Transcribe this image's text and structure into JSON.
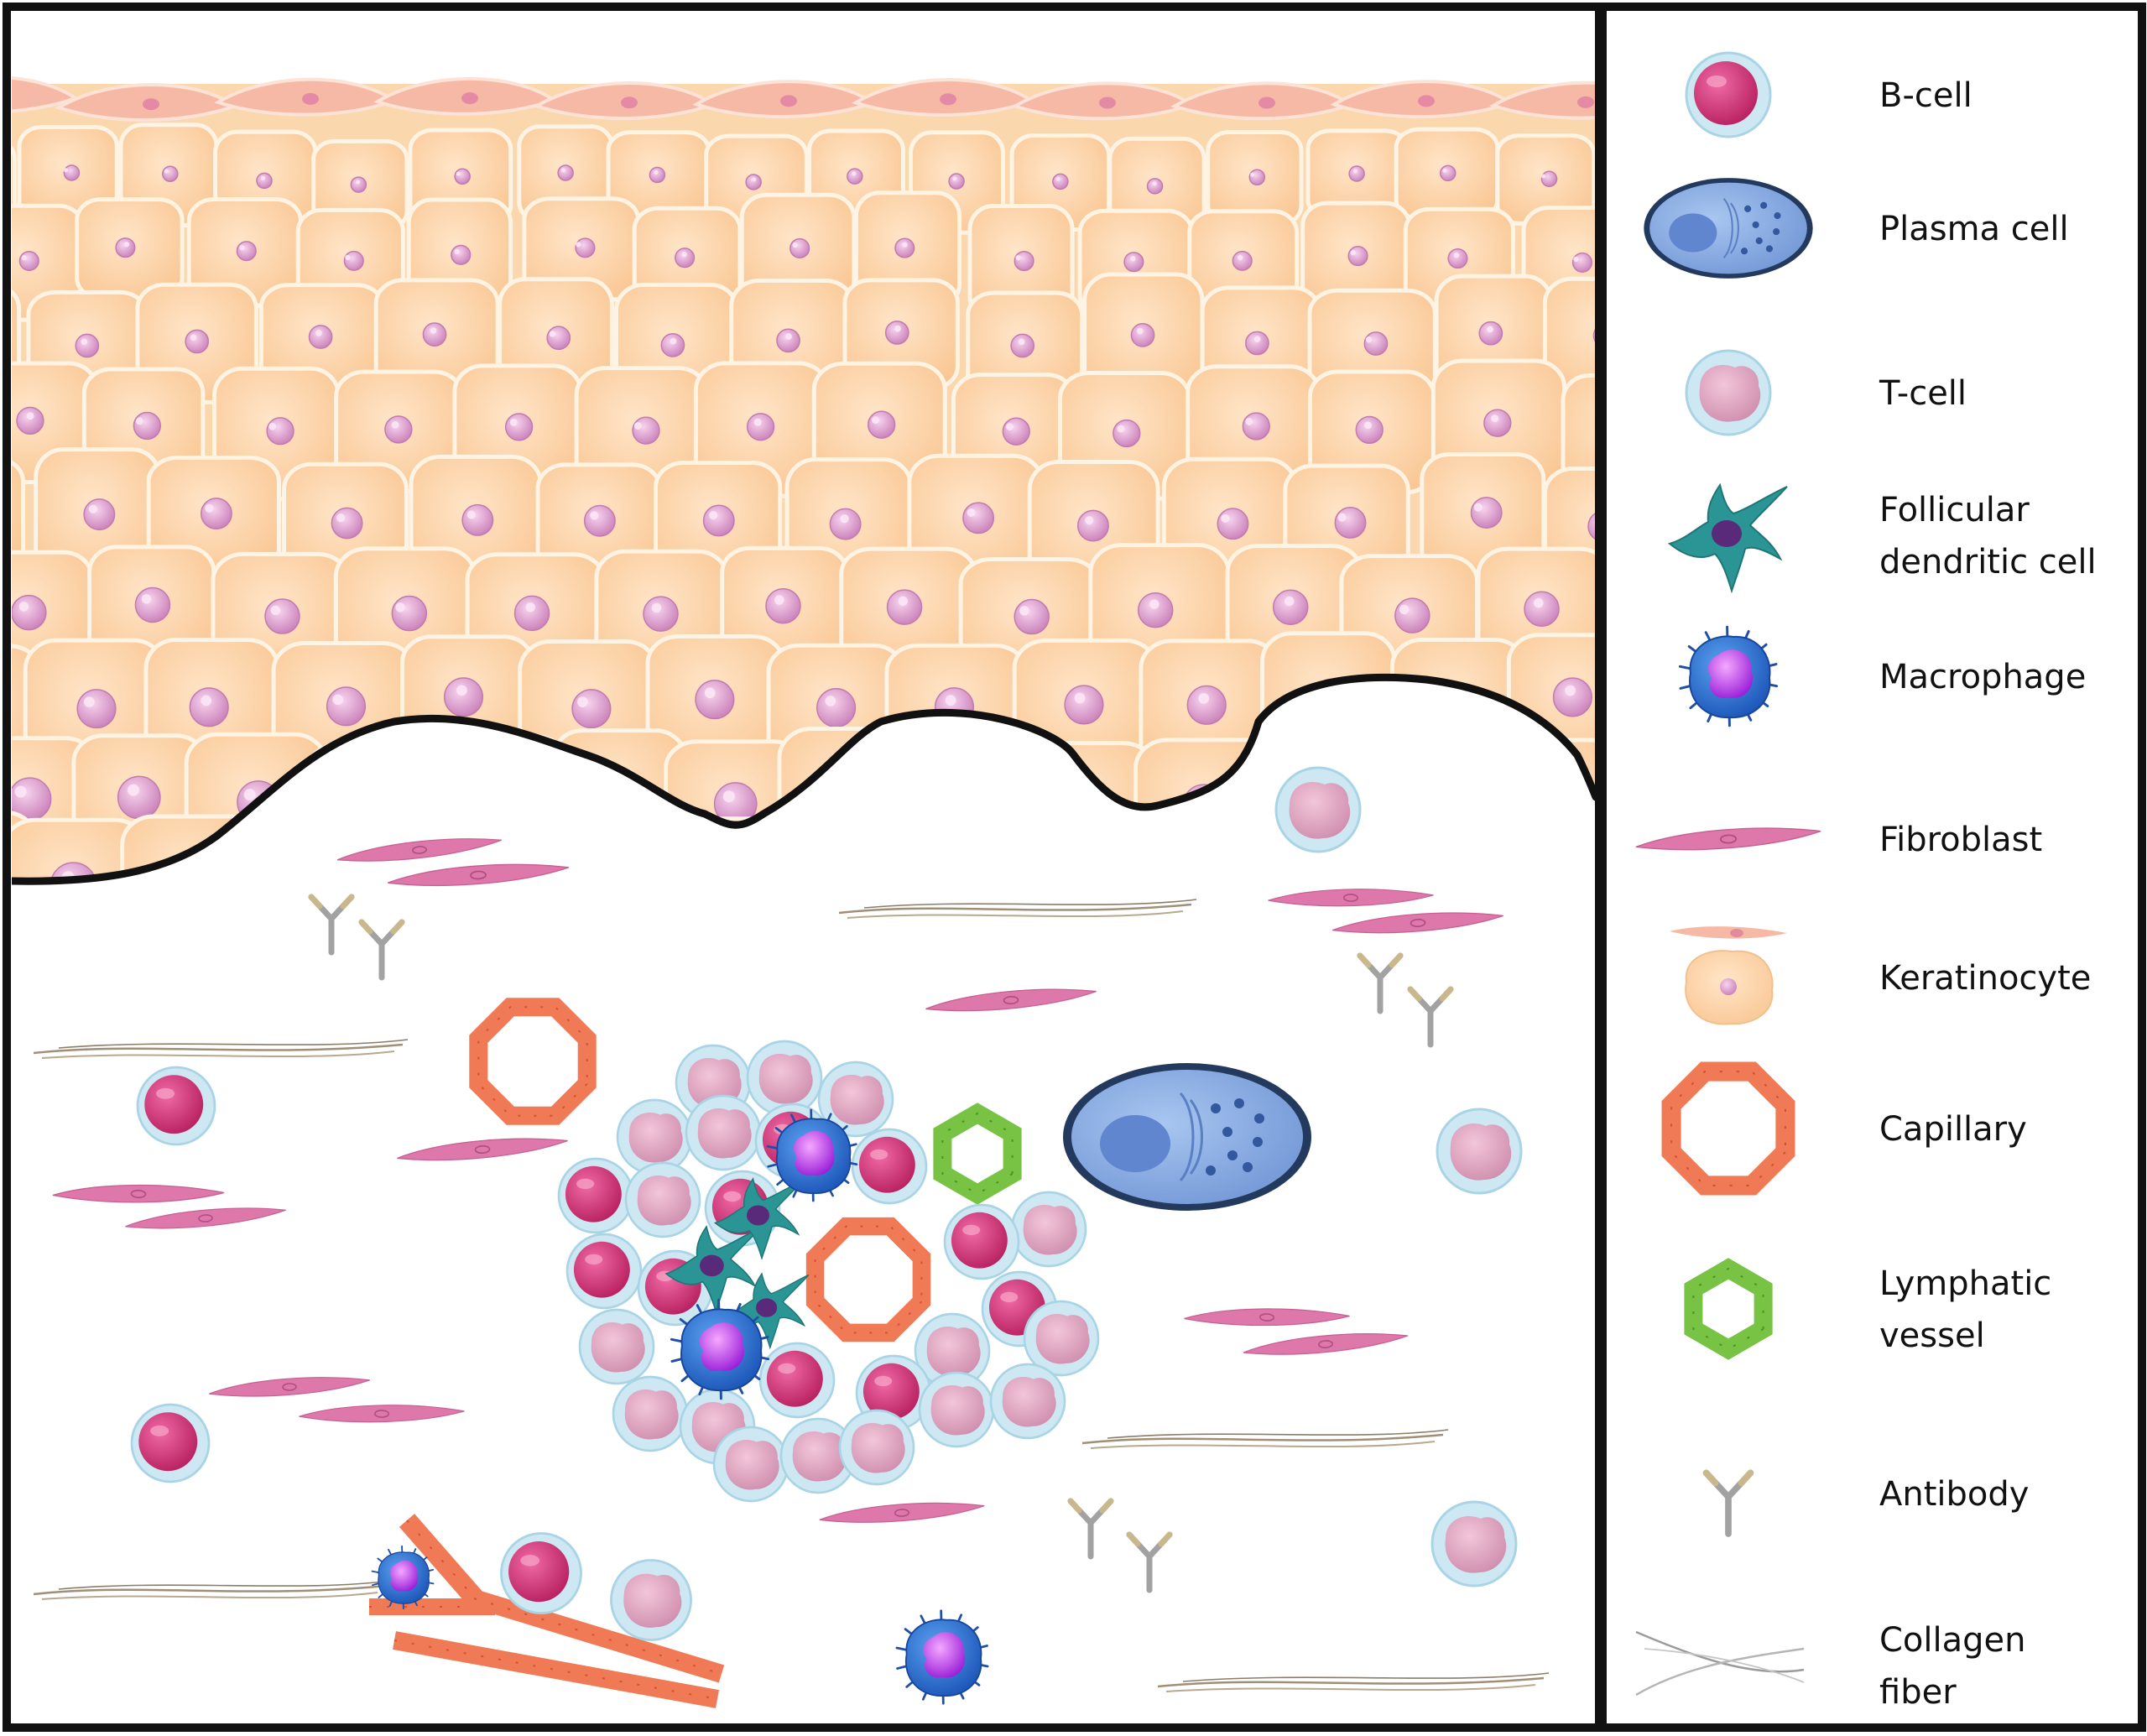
{
  "legend": {
    "items": [
      {
        "id": "b-cell",
        "lines": [
          "B-cell"
        ]
      },
      {
        "id": "plasma-cell",
        "lines": [
          "Plasma cell"
        ]
      },
      {
        "id": "t-cell",
        "lines": [
          "T-cell"
        ]
      },
      {
        "id": "follicular-dendritic-cell",
        "lines": [
          "Follicular",
          "dendritic cell"
        ]
      },
      {
        "id": "macrophage",
        "lines": [
          "Macrophage"
        ]
      },
      {
        "id": "fibroblast",
        "lines": [
          "Fibroblast"
        ]
      },
      {
        "id": "keratinocyte",
        "lines": [
          "Keratinocyte"
        ]
      },
      {
        "id": "capillary",
        "lines": [
          "Capillary"
        ]
      },
      {
        "id": "lymphatic-vessel",
        "lines": [
          "Lymphatic",
          "vessel"
        ]
      },
      {
        "id": "antibody",
        "lines": [
          "Antibody"
        ]
      },
      {
        "id": "collagen-fiber",
        "lines": [
          "Collagen",
          "fiber"
        ]
      }
    ]
  },
  "colors": {
    "frame": "#111111",
    "keratinocyte_fill": "#fbd7ad",
    "keratinocyte_edge": "#fff3e4",
    "keratinocyte_top": "#f6b9a6",
    "nucleus": "#d98ec4",
    "b_cell_nucleus": "#d6397a",
    "t_cell_nucleus": "#dfa4bf",
    "cell_halo": "#cde8f2",
    "plasma_fill": "#8ab0e4",
    "plasma_nucleus": "#5f86cf",
    "macrophage_fill": "#2f78d8",
    "macrophage_nucleus": "#b43ee8",
    "dendritic_fill": "#2b9595",
    "fibroblast": "#de78aa",
    "capillary": "#f07a55",
    "lymphatic": "#78c244",
    "antibody": "#a2a2a2",
    "collagen": "#a08f78"
  }
}
